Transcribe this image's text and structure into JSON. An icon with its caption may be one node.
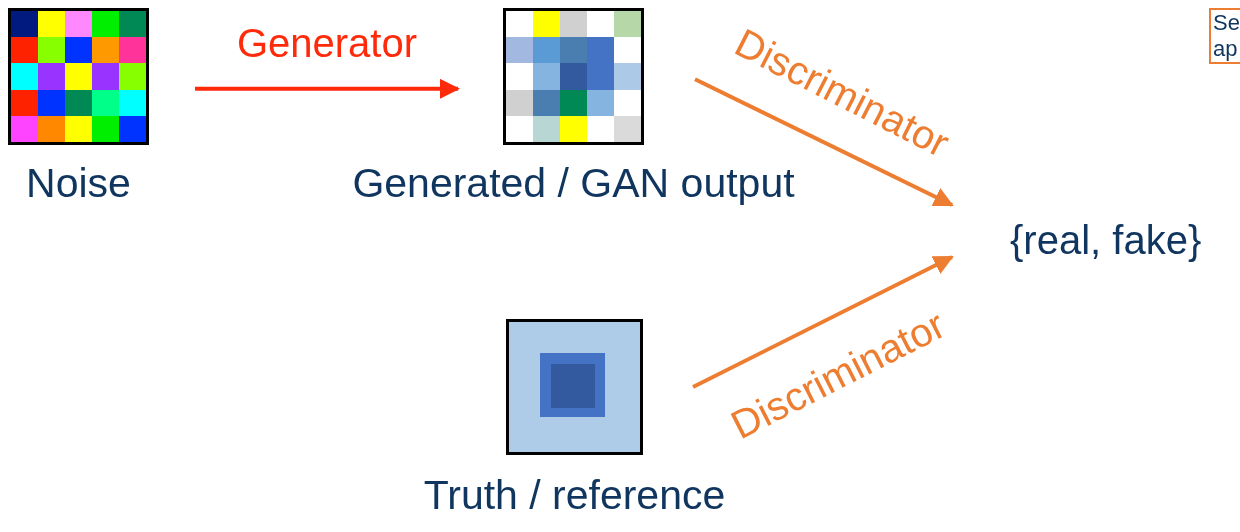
{
  "diagram": {
    "nodes": [
      {
        "text": [
          "Noise"
        ]
      },
      {
        "text": [
          "Generated / GAN output"
        ]
      },
      {
        "text": [
          "Truth / reference"
        ]
      },
      {
        "text": [
          "{real, fake}"
        ]
      },
      {
        "text": [
          "Se ap"
        ]
      }
    ],
    "edges": [
      {
        "from": 0,
        "to": 1,
        "arrow": "to",
        "label": "Generator",
        "color": "#ff2a0a"
      },
      {
        "from": 1,
        "to": 3,
        "arrow": "to",
        "label": "Discriminator"
      },
      {
        "from": 2,
        "to": 3,
        "arrow": "to",
        "label": "Discriminator"
      }
    ]
  }
}
